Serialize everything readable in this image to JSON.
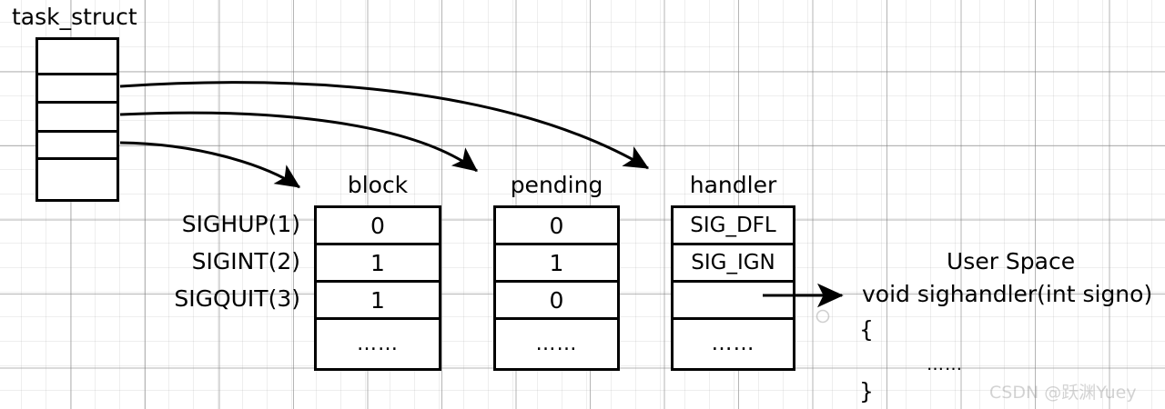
{
  "diagram": {
    "title": "task_struct",
    "task_struct_cells": 5,
    "signal_labels": [
      "SIGHUP(1)",
      "SIGINT(2)",
      "SIGQUIT(3)"
    ],
    "tables": [
      {
        "header": "block",
        "values": [
          "0",
          "1",
          "1"
        ],
        "ellipsis": "……"
      },
      {
        "header": "pending",
        "values": [
          "0",
          "1",
          "0"
        ],
        "ellipsis": "……"
      },
      {
        "header": "handler",
        "values": [
          "SIG_DFL",
          "SIG_IGN",
          ""
        ],
        "ellipsis": "……"
      }
    ],
    "user_space": {
      "title": "User Space",
      "signature": "void sighandler(int signo)",
      "open_brace": "{",
      "body_ellipsis": "……",
      "close_brace": "}"
    },
    "watermark": "CSDN @跃渊Yuey",
    "colors": {
      "stroke": "#000000",
      "background": "#ffffff",
      "grid_major": "#787878",
      "grid_minor": "#969696",
      "watermark": "#8c8c8c"
    },
    "arrows": [
      {
        "name": "task-struct-to-block",
        "from": "task_struct cell 2",
        "to": "block table"
      },
      {
        "name": "task-struct-to-pending",
        "from": "task_struct cell 3",
        "to": "pending table"
      },
      {
        "name": "task-struct-to-handler",
        "from": "task_struct cell 4",
        "to": "handler table"
      },
      {
        "name": "handler-to-userspace",
        "from": "handler row 3",
        "to": "void sighandler(int signo)"
      }
    ]
  }
}
